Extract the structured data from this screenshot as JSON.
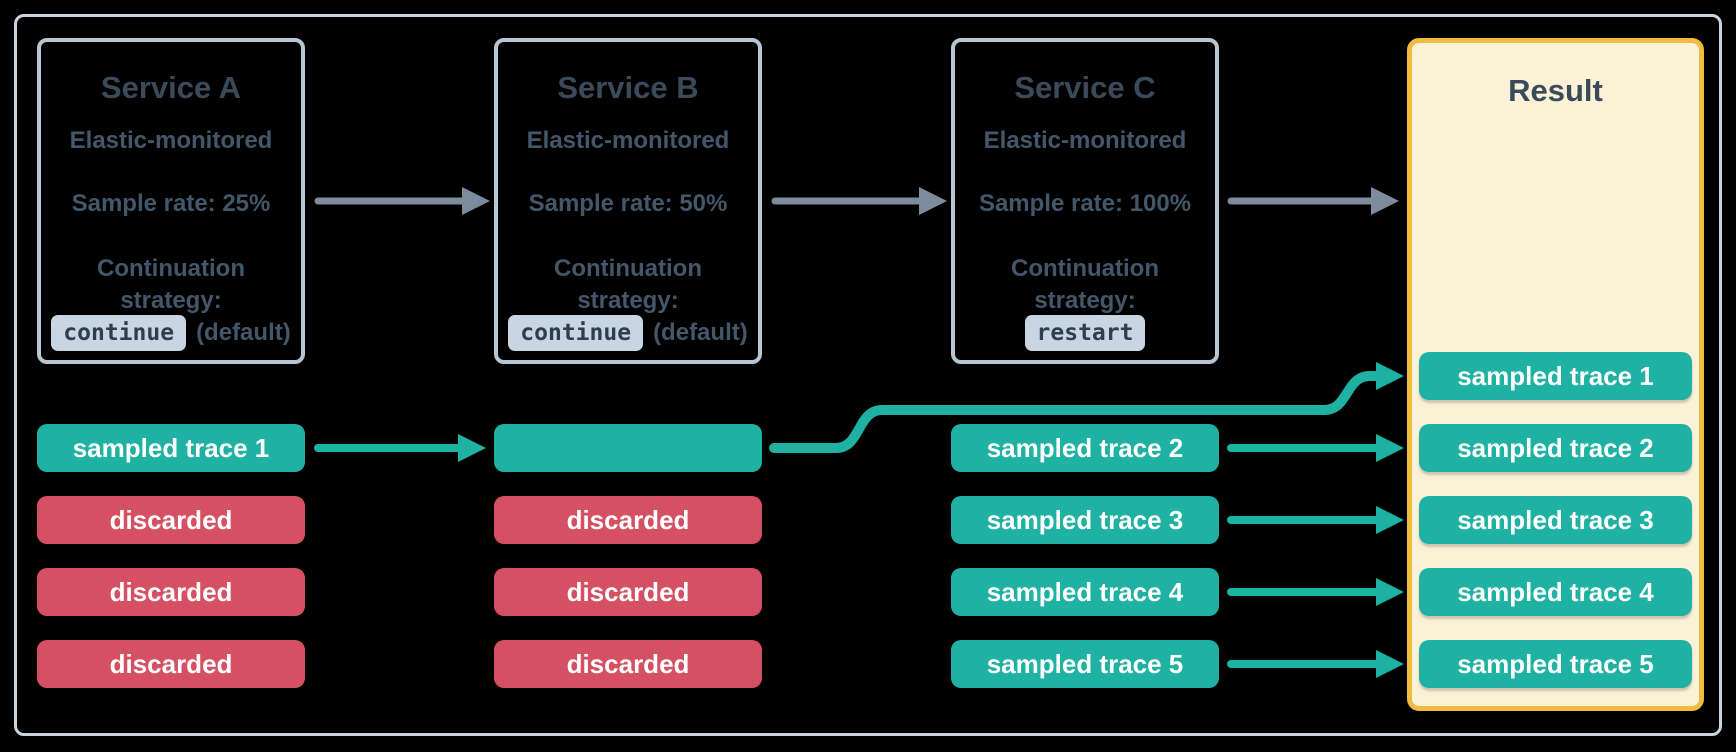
{
  "services": [
    {
      "title": "Service A",
      "monitoring": "Elastic-monitored",
      "sample_rate": "Sample rate: 25%",
      "strategy_label": "Continuation strategy:",
      "strategy_value": "continue",
      "strategy_suffix": "(default)"
    },
    {
      "title": "Service B",
      "monitoring": "Elastic-monitored",
      "sample_rate": "Sample rate: 50%",
      "strategy_label": "Continuation strategy:",
      "strategy_value": "continue",
      "strategy_suffix": "(default)"
    },
    {
      "title": "Service C",
      "monitoring": "Elastic-monitored",
      "sample_rate": "Sample rate: 100%",
      "strategy_label": "Continuation strategy:",
      "strategy_value": "restart",
      "strategy_suffix": ""
    }
  ],
  "result": {
    "title": "Result",
    "chips": [
      "sampled trace 1",
      "sampled trace 2",
      "sampled trace 3",
      "sampled trace 4",
      "sampled trace 5"
    ]
  },
  "traces": {
    "service_a": [
      "sampled trace 1",
      "discarded",
      "discarded",
      "discarded"
    ],
    "service_b": [
      "",
      "discarded",
      "discarded",
      "discarded"
    ],
    "service_c": [
      "sampled trace 2",
      "sampled trace 3",
      "sampled trace 4",
      "sampled trace 5"
    ]
  },
  "colors": {
    "teal": "#1fb2a2",
    "red": "#d65064",
    "arrow-gray": "#7d8c9c",
    "box-border": "#b7c6d3",
    "frame-border": "#c8d3de",
    "result-border": "#f0bc40",
    "result-fill": "#faf1d6",
    "title": "#3a4a5a",
    "body": "#44576a",
    "code-bg": "#c9d5e1",
    "code-text": "#2f3e4e"
  }
}
